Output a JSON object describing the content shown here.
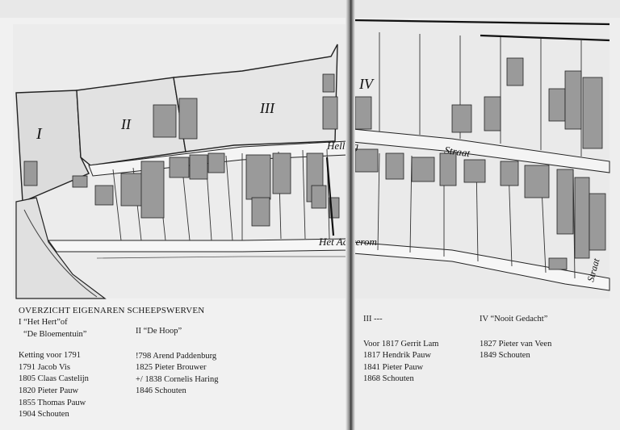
{
  "map": {
    "street_labels": [
      "Helling Straat",
      "Het Achterom",
      "Straat"
    ],
    "yard_numerals": [
      "I",
      "II",
      "III",
      "IV"
    ]
  },
  "legend": {
    "heading": "OVERZICHT EIGENAREN SCHEEPSWERVEN",
    "yards": [
      {
        "title_line1": "I “Het Hert”of",
        "title_line2": "“De Bloementuin”",
        "owners": [
          "Ketting voor 1791",
          "1791 Jacob Vis",
          "1805 Claas Castelijn",
          "1820 Pieter Pauw",
          "1855 Thomas Pauw",
          "1904 Schouten"
        ]
      },
      {
        "title_line1": "II “De Hoop”",
        "owners": [
          "!798 Arend Paddenburg",
          "1825 Pieter Brouwer",
          "+/ 1838 Cornelis Haring",
          "1846 Schouten"
        ]
      },
      {
        "title_line1": "III ---",
        "owners": [
          "Voor 1817 Gerrit Lam",
          "1817 Hendrik Pauw",
          "1841 Pieter Pauw",
          "1868 Schouten"
        ]
      },
      {
        "title_line1": "IV “Nooit Gedacht”",
        "owners": [
          "1827 Pieter van Veen",
          "1849 Schouten"
        ]
      }
    ]
  }
}
